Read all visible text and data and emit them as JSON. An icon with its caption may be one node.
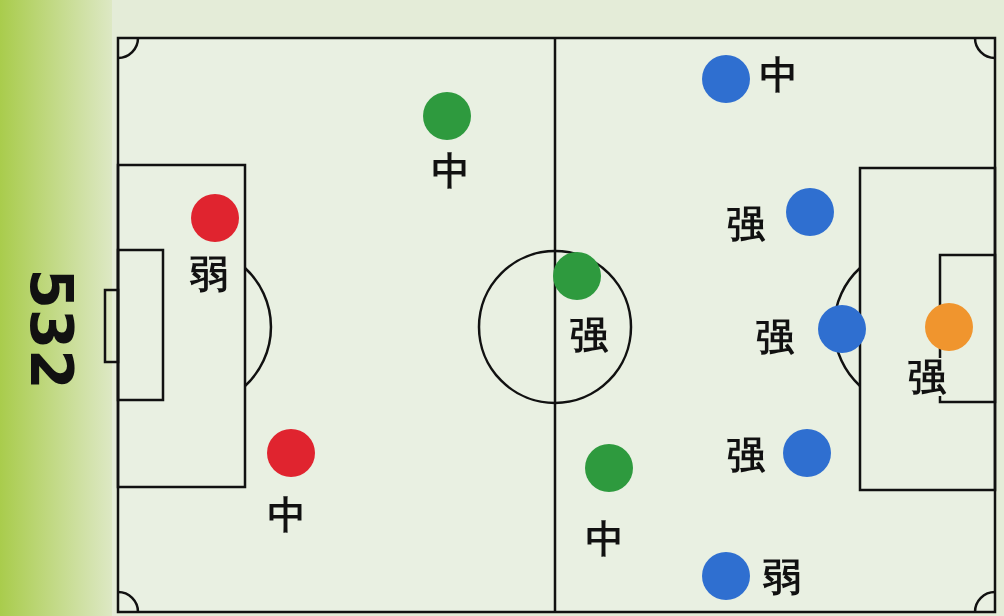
{
  "diagram": {
    "nodes": [
      {
        "text": [
          "弱"
        ]
      },
      {
        "text": [
          "中"
        ]
      },
      {
        "text": [
          "中"
        ]
      },
      {
        "text": [
          "强"
        ]
      },
      {
        "text": [
          "中"
        ]
      },
      {
        "text": [
          "中"
        ]
      },
      {
        "text": [
          "强"
        ]
      },
      {
        "text": [
          "强"
        ]
      },
      {
        "text": [
          "强"
        ]
      },
      {
        "text": [
          "弱"
        ]
      },
      {
        "text": [
          "强"
        ]
      }
    ],
    "labels": [
      "532"
    ]
  }
}
